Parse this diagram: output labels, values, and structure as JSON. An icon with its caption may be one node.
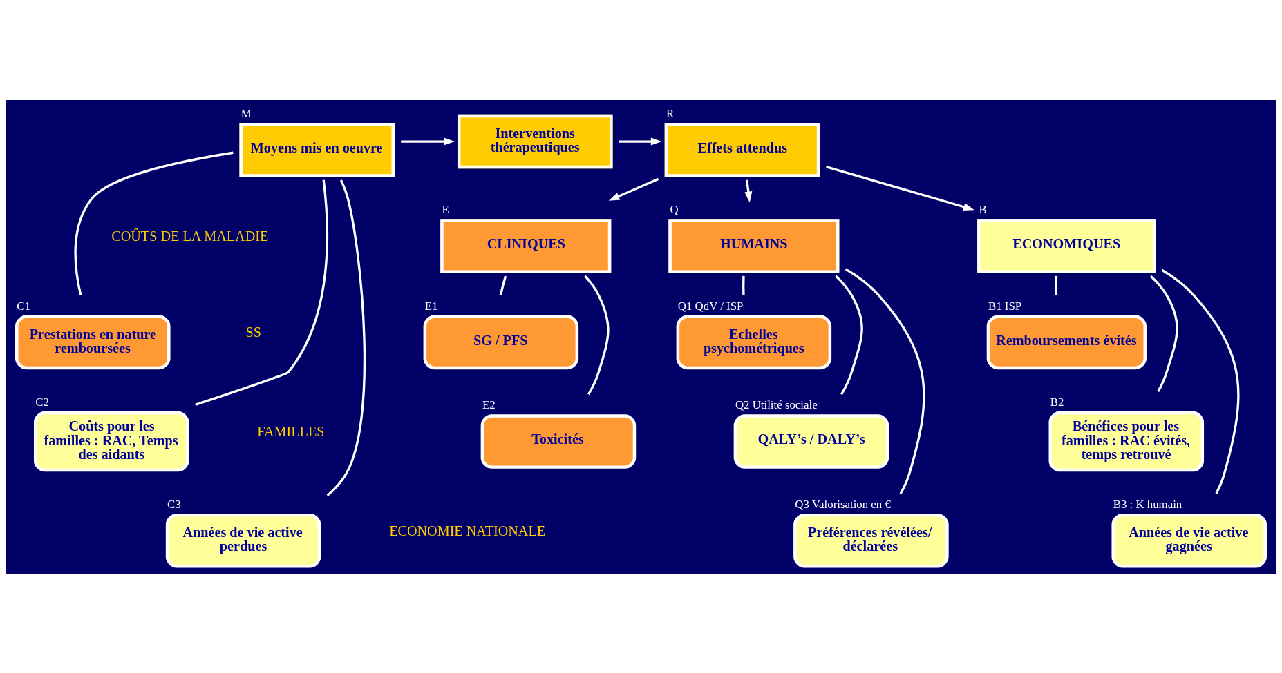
{
  "diagram": {
    "nodes": [
      {
        "text": [
          "M",
          "Moyens mis en oeuvre"
        ]
      },
      {
        "text": [
          "Interventions thérapeutiques"
        ]
      },
      {
        "text": [
          "R",
          "Effets attendus"
        ]
      },
      {
        "text": [
          "E",
          "CLINIQUES"
        ]
      },
      {
        "text": [
          "Q",
          "HUMAINS"
        ]
      },
      {
        "text": [
          "B",
          "ECONOMIQUES"
        ]
      },
      {
        "text": [
          "C1",
          "Prestations en nature remboursées"
        ]
      },
      {
        "text": [
          "C2",
          "Coûts pour les familles : RAC, Temps des aidants"
        ]
      },
      {
        "text": [
          "C3",
          "Années de vie active perdues"
        ]
      },
      {
        "text": [
          "E1",
          "SG / PFS"
        ]
      },
      {
        "text": [
          "E2",
          "Toxicités"
        ]
      },
      {
        "text": [
          "Q1 QdV / ISP",
          "Echelles psychométriques"
        ]
      },
      {
        "text": [
          "Q2 Utilité sociale",
          "QALY’s / DALY’s"
        ]
      },
      {
        "text": [
          "Q3 Valorisation en €",
          "Préférences révélées/ déclarées"
        ]
      },
      {
        "text": [
          "B1 ISP",
          "Remboursements évités"
        ]
      },
      {
        "text": [
          "B2",
          "Bénéfices pour les familles : RAC évités, temps retrouvé"
        ]
      },
      {
        "text": [
          "B3 : K humain",
          "Années de vie active gagnées"
        ]
      }
    ],
    "edges": [
      {
        "from": 0,
        "to": 1,
        "arrow": "to"
      },
      {
        "from": 1,
        "to": 2,
        "arrow": "to"
      },
      {
        "from": 2,
        "to": 3,
        "arrow": "to"
      },
      {
        "from": 2,
        "to": 4,
        "arrow": "to"
      },
      {
        "from": 2,
        "to": 5,
        "arrow": "to"
      },
      {
        "from": 0,
        "to": 6,
        "arrow": "none"
      },
      {
        "from": 0,
        "to": 7,
        "arrow": "none"
      },
      {
        "from": 0,
        "to": 8,
        "arrow": "none"
      },
      {
        "from": 3,
        "to": 9,
        "arrow": "none"
      },
      {
        "from": 3,
        "to": 10,
        "arrow": "none"
      },
      {
        "from": 4,
        "to": 11,
        "arrow": "none"
      },
      {
        "from": 4,
        "to": 12,
        "arrow": "none"
      },
      {
        "from": 4,
        "to": 13,
        "arrow": "none"
      },
      {
        "from": 5,
        "to": 14,
        "arrow": "none"
      },
      {
        "from": 5,
        "to": 15,
        "arrow": "none"
      },
      {
        "from": 5,
        "to": 16,
        "arrow": "none"
      }
    ],
    "labels": [
      "COÛTS DE LA MALADIE",
      "SS",
      "FAMILLES",
      "ECONOMIE NATIONALE"
    ]
  }
}
